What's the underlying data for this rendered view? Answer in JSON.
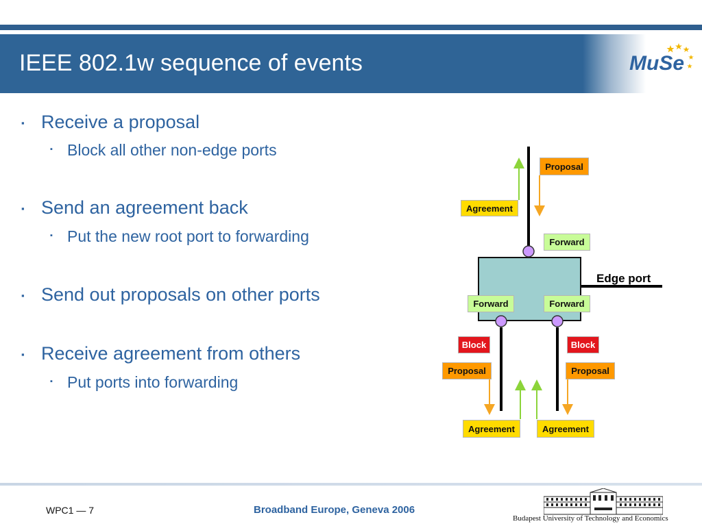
{
  "header": {
    "title": "IEEE 802.1w sequence of events",
    "logo_text": "MuSe"
  },
  "bullets": [
    {
      "text": "Receive a proposal",
      "sub": [
        "Block all other non-edge ports"
      ]
    },
    {
      "text": "Send an agreement back",
      "sub": [
        "Put the new root port to forwarding"
      ]
    },
    {
      "text": "Send out proposals on other ports",
      "sub": []
    },
    {
      "text": "Receive agreement from others",
      "sub": [
        "Put ports into forwarding"
      ]
    }
  ],
  "diagram": {
    "top": {
      "proposal": "Proposal",
      "agreement": "Agreement",
      "forward": "Forward"
    },
    "edge_port": "Edge port",
    "left": {
      "forward": "Forward",
      "block": "Block",
      "proposal": "Proposal",
      "agreement": "Agreement"
    },
    "right": {
      "forward": "Forward",
      "block": "Block",
      "proposal": "Proposal",
      "agreement": "Agreement"
    },
    "colors": {
      "agreement": "#ffdb00",
      "proposal": "#ff9900",
      "forward": "#c8fc98",
      "block": "#e3161d",
      "switch": "#9ecfcf",
      "port": "#cc99ff"
    }
  },
  "footer": {
    "left": "WPC1 — 7",
    "center": "Broadband Europe, Geneva 2006",
    "right": "Budapest University of Technology and Economics"
  }
}
